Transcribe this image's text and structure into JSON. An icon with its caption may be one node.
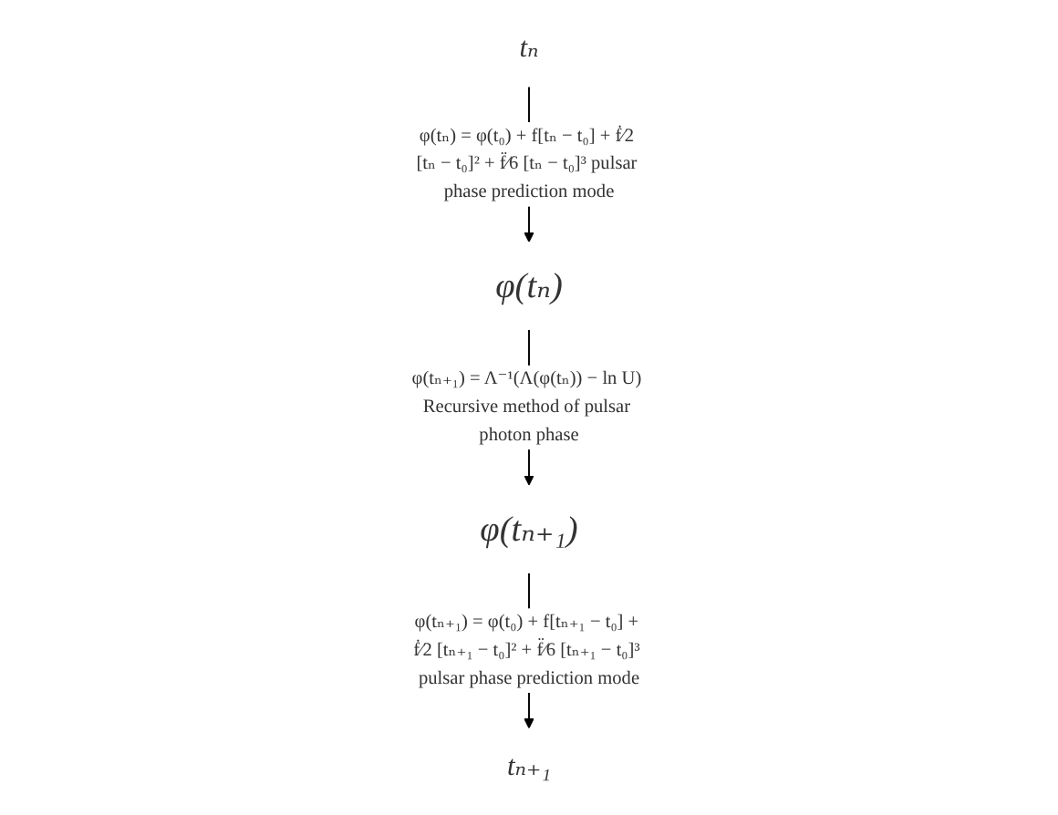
{
  "diagram": {
    "nodes": [
      {
        "text": [
          "tₙ"
        ]
      },
      {
        "text": [
          "φ(tₙ)"
        ]
      },
      {
        "text": [
          "φ(tₙ₊₁)"
        ]
      },
      {
        "text": [
          "tₙ₊₁"
        ]
      }
    ],
    "edges": [
      {
        "from": 0,
        "to": 1,
        "arrow": "to",
        "label": "φ(tₙ) = φ(t₀) + f[tₙ − t₀] + ḟ⁄2 [tₙ − t₀]² + f̈⁄6 [tₙ − t₀]³ pulsar phase prediction mode"
      },
      {
        "from": 1,
        "to": 2,
        "arrow": "to",
        "label": "φ(tₙ₊₁) = Λ⁻¹(Λ(φ(tₙ)) − ln U) Recursive method of pulsar photon phase"
      },
      {
        "from": 2,
        "to": 3,
        "arrow": "to",
        "label": "φ(tₙ₊₁) = φ(t₀) + f[tₙ₊₁ − t₀] + ḟ⁄2 [tₙ₊₁ − t₀]² + f̈⁄6 [tₙ₊₁ − t₀]³ pulsar phase prediction mode"
      }
    ]
  }
}
